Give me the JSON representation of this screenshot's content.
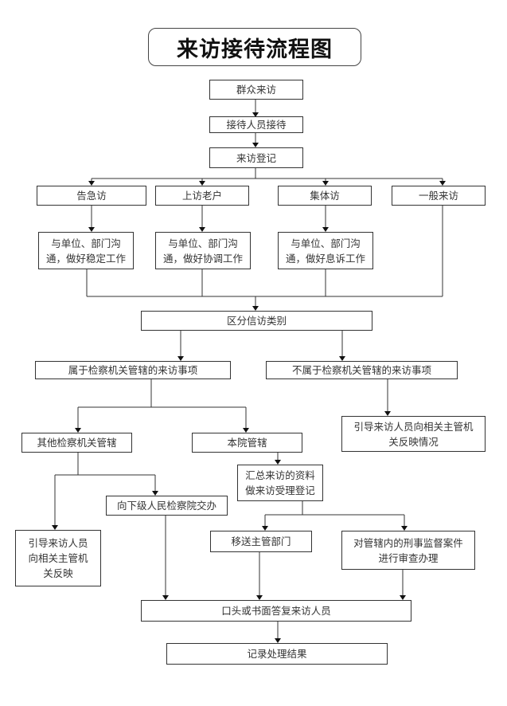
{
  "title": "来访接待流程图",
  "nodes": {
    "visit": "群众来访",
    "reception": "接待人员接待",
    "register": "来访登记",
    "urgent": "告急访",
    "repeat": "上访老户",
    "group": "集体访",
    "general": "一般来访",
    "urgent_action": "与单位、部门沟通，做好稳定工作",
    "repeat_action": "与单位、部门沟通，做好协调工作",
    "group_action": "与单位、部门沟通，做好息诉工作",
    "classify": "区分信访类别",
    "in_scope": "属于检察机关管辖的来访事项",
    "out_scope": "不属于检察机关管辖的来访事项",
    "out_scope_guide": "引导来访人员向相关主管机关反映情况",
    "other_procuratorate": "其他检察机关管辖",
    "this_court": "本院管辖",
    "summarize": "汇总来访的资料做来访受理登记",
    "lower_court": "向下级人民检察院交办",
    "guide_other": "引导来访人员向相关主管机关反映",
    "transfer": "移送主管部门",
    "review": "对管辖内的刑事监督案件进行审查办理",
    "reply": "口头或书面答复来访人员",
    "record": "记录处理结果"
  }
}
